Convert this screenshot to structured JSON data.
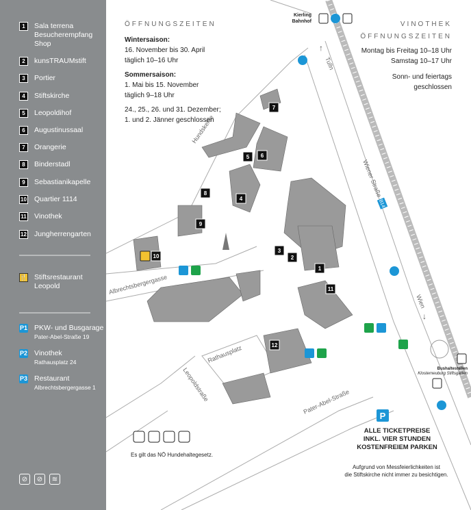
{
  "legend": {
    "items": [
      {
        "num": "1",
        "label": "Sala terrena",
        "label2": "Besucherempfang",
        "label3": "Shop"
      },
      {
        "num": "2",
        "label": "kunsTRAUMstift"
      },
      {
        "num": "3",
        "label": "Portier"
      },
      {
        "num": "4",
        "label": "Stiftskirche"
      },
      {
        "num": "5",
        "label": "Leopoldihof"
      },
      {
        "num": "6",
        "label": "Augustinussaal"
      },
      {
        "num": "7",
        "label": "Orangerie"
      },
      {
        "num": "8",
        "label": "Binderstadl"
      },
      {
        "num": "9",
        "label": "Sebastianikapelle"
      },
      {
        "num": "10",
        "label": "Quartier 1114"
      },
      {
        "num": "11",
        "label": "Vinothek"
      },
      {
        "num": "12",
        "label": "Jungherrengarten"
      }
    ],
    "restaurant": {
      "label": "Stiftsrestaurant",
      "label2": "Leopold"
    },
    "parking": [
      {
        "badge": "P1",
        "label": "PKW- und Busgarage",
        "address": "Pater-Abel-Straße 19"
      },
      {
        "badge": "P2",
        "label": "Vinothek",
        "address": "Rathausplatz 24"
      },
      {
        "badge": "P3",
        "label": "Restaurant",
        "address": "Albrechtsbergergasse 1"
      }
    ],
    "bottom_icons": [
      "no-fire-icon",
      "no-smoking-icon",
      "wifi-icon"
    ]
  },
  "opening": {
    "title": "ÖFFNUNGSZEITEN",
    "winter_title": "Wintersaison:",
    "winter_dates": "16. November bis 30. April",
    "winter_hours": "täglich  10–16 Uhr",
    "summer_title": "Sommersaison:",
    "summer_dates": "1. Mai bis 15. November",
    "summer_hours": "täglich  9–18 Uhr",
    "closed1": "24., 25., 26. und 31. Dezember;",
    "closed2": "1. und 2. Jänner geschlossen"
  },
  "vinothek": {
    "title1": "VINOTHEK",
    "title2": "ÖFFNUNGSZEITEN",
    "row1": "Montag bis Freitag  10–18 Uhr",
    "row2": "Samstag  10–17 Uhr",
    "row3": "Sonn- und feiertags",
    "row4": "geschlossen"
  },
  "map": {
    "streets": {
      "hundskehle": "Hundskehle",
      "albrecht": "Albrechtsbergergasse",
      "rathaus": "Rathausplatz",
      "leopold": "Leopoldstraße",
      "pater": "Pater-Abel-Straße",
      "wiener": "Wiener Straße",
      "b14": "B14",
      "tulln": "Tulln",
      "wien": "Wien"
    },
    "station": {
      "line1": "Kierling",
      "line2": "Bahnhof"
    },
    "bus": {
      "line1": "Bushaltestellen",
      "line2": "Klosterneuburg Stiftsgarten"
    },
    "markers": [
      "1",
      "2",
      "3",
      "4",
      "5",
      "6",
      "7",
      "8",
      "9",
      "10",
      "11",
      "12"
    ]
  },
  "parking_note": {
    "badge": "P",
    "line1": "ALLE TICKETPREISE",
    "line2": "INKL. VIER STUNDEN",
    "line3": "KOSTENFREIEM PARKEN"
  },
  "church_note": {
    "line1": "Aufgrund von Messfeierlichkeiten ist",
    "line2": "die Stiftskirche nicht immer zu besichtigen."
  },
  "dog_note": "Es gilt das NÖ Hundehaltegesetz.",
  "colors": {
    "sidebar": "#898c8e",
    "parking": "#1c96d6",
    "eparking": "#1ea34a",
    "restaurant": "#f2c230",
    "building": "#9a9a9a"
  }
}
